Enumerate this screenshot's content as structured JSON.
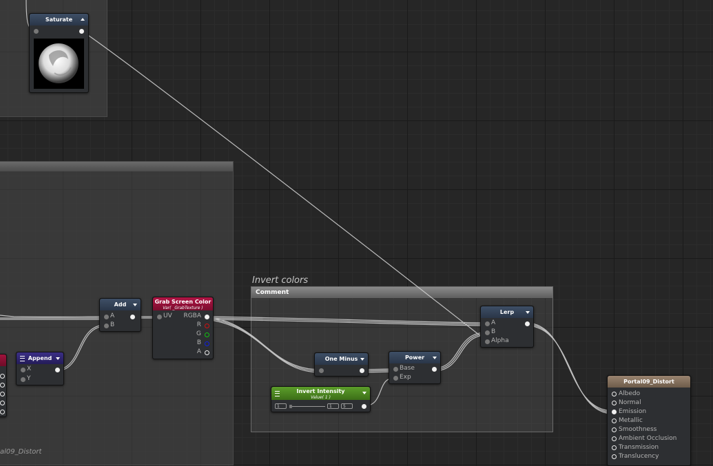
{
  "groups": {
    "bottom_left_caption": "al09_Distort"
  },
  "comment": {
    "title": "Invert colors",
    "header": "Comment"
  },
  "nodes": {
    "saturate": {
      "title": "Saturate"
    },
    "add": {
      "title": "Add",
      "inputs": [
        "A",
        "B"
      ]
    },
    "append": {
      "title": "Append",
      "inputs": [
        "X",
        "Y"
      ]
    },
    "grab": {
      "title": "Grab Screen Color",
      "subtitle": "Var( _GrabTexture )",
      "input": "UV",
      "outputs": [
        "RGBA",
        "R",
        "G",
        "B",
        "A"
      ]
    },
    "one_minus": {
      "title": "One Minus"
    },
    "power": {
      "title": "Power",
      "inputs": [
        "Base",
        "Exp"
      ]
    },
    "invert": {
      "title": "Invert Intensity",
      "subtitle": "Value( 1 )",
      "min": "1",
      "value": "1",
      "max": "5"
    },
    "lerp": {
      "title": "Lerp",
      "inputs": [
        "A",
        "B",
        "Alpha"
      ]
    },
    "master": {
      "title": "Portal09_Distort",
      "inputs": [
        "Albedo",
        "Normal",
        "Emission",
        "Metallic",
        "Smoothness",
        "Ambient Occlusion",
        "Transmission",
        "Translucency"
      ]
    }
  },
  "colors": {
    "canvas": "#262626",
    "node_header": "#34435a",
    "grab_header": "#a0123c",
    "append_header": "#2c2466",
    "property_header": "#4d8a22",
    "master_header": "#8a7560",
    "wire": "#d8d8d8",
    "port_r": "#d01010",
    "port_g": "#10c010",
    "port_b": "#1020e0"
  },
  "icons": [
    "collapse-arrow-icon",
    "expand-arrow-icon",
    "menu-icon"
  ]
}
